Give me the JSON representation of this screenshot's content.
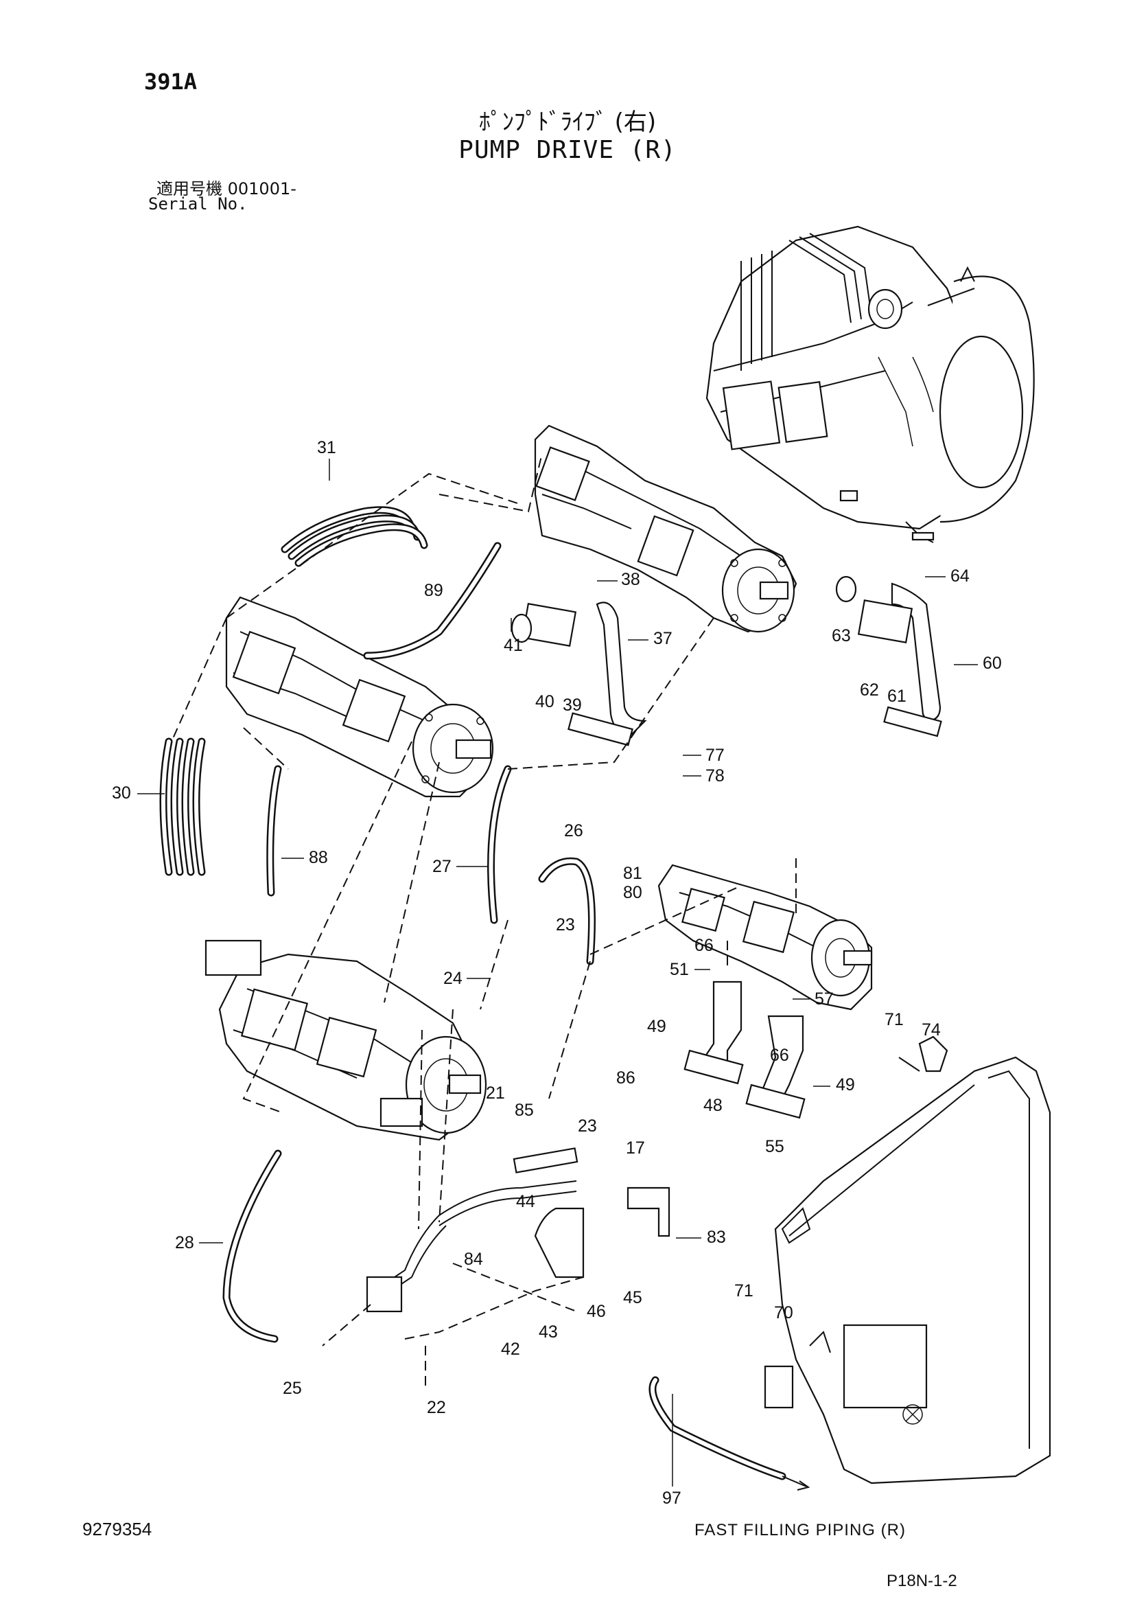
{
  "header": {
    "sheet_id": "391A",
    "title_jp": "ﾎﾟﾝﾌﾟﾄﾞﾗｲﾌﾞ (右)",
    "title_en": "PUMP DRIVE (R)",
    "serial_label_jp": "適用号機 001001-",
    "serial_label_en": "Serial No."
  },
  "footer": {
    "doc_number": "9279354",
    "note": "FAST FILLING PIPING (R)",
    "page_code": "P18N-1-2"
  },
  "parts": {
    "p31": "31",
    "p89": "89",
    "p41": "41",
    "p38": "38",
    "p37": "37",
    "p40": "40",
    "p39": "39",
    "p63": "63",
    "p64": "64",
    "p60": "60",
    "p62": "62",
    "p61": "61",
    "p30": "30",
    "p88": "88",
    "p27": "27",
    "p26": "26",
    "p77": "77",
    "p78": "78",
    "p81": "81",
    "p80": "80",
    "p23a": "23",
    "p66a": "66",
    "p51": "51",
    "p57": "57",
    "p24": "24",
    "p49a": "49",
    "p66b": "66",
    "p49b": "49",
    "p48": "48",
    "p55": "55",
    "p71a": "71",
    "p74": "74",
    "p21": "21",
    "p85": "85",
    "p86": "86",
    "p23b": "23",
    "p17": "17",
    "p28": "28",
    "p44": "44",
    "p84": "84",
    "p83": "83",
    "p45": "45",
    "p46": "46",
    "p43": "43",
    "p42": "42",
    "p25": "25",
    "p22": "22",
    "p71b": "71",
    "p70": "70",
    "p97": "97"
  }
}
